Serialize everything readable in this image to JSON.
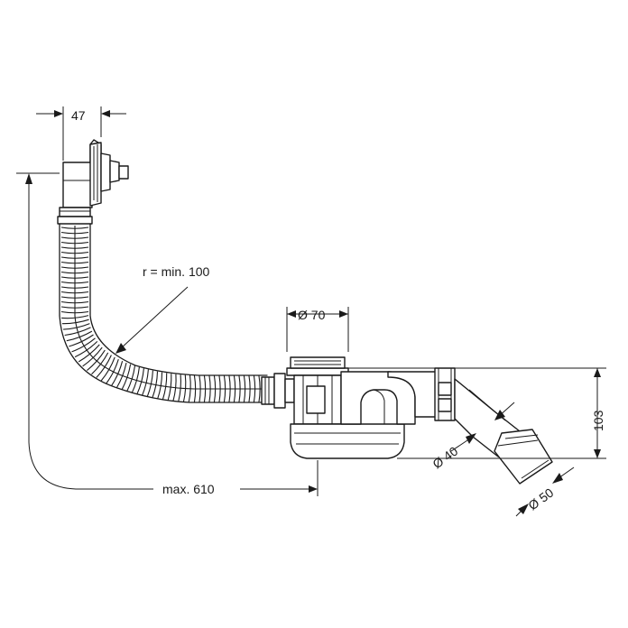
{
  "diagram": {
    "labels": {
      "width_overflow": "47",
      "bend_radius": "r = min. 100",
      "drain_diameter": "Ø 70",
      "height": "103",
      "outlet_diameter_inner": "Ø 40",
      "outlet_diameter_outer": "Ø 50",
      "max_length": "max. 610"
    }
  }
}
